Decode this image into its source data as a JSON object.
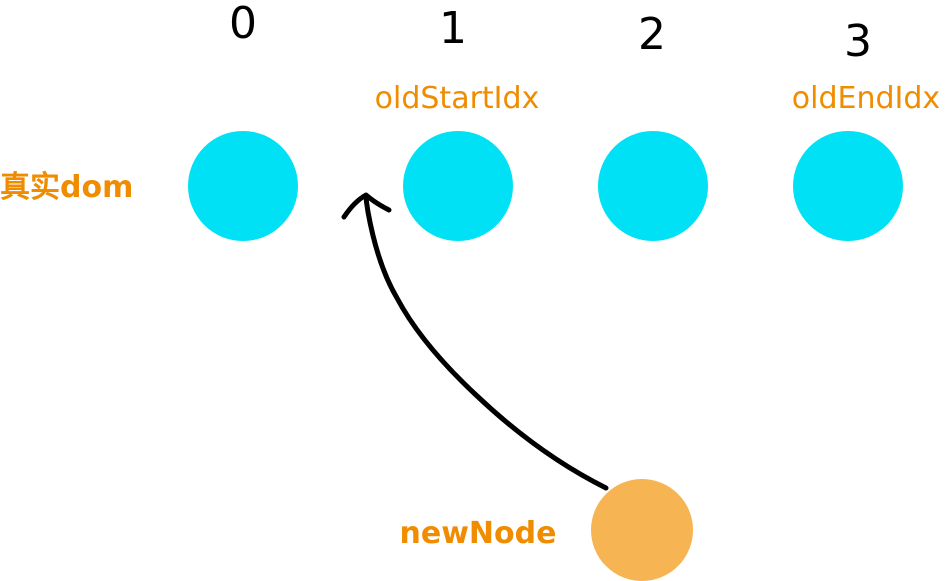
{
  "colors": {
    "dom_node": "#00E1F5",
    "new_node": "#F7B452",
    "label": "#F08C00",
    "arrow": "#000000"
  },
  "indices": [
    "0",
    "1",
    "2",
    "3"
  ],
  "pointers": {
    "old_start": "oldStartIdx",
    "old_end": "oldEndIdx"
  },
  "labels": {
    "real_dom": "真实dom",
    "new_node": "newNode"
  },
  "dom_nodes": [
    {
      "index": "0"
    },
    {
      "index": "1"
    },
    {
      "index": "2"
    },
    {
      "index": "3"
    }
  ]
}
